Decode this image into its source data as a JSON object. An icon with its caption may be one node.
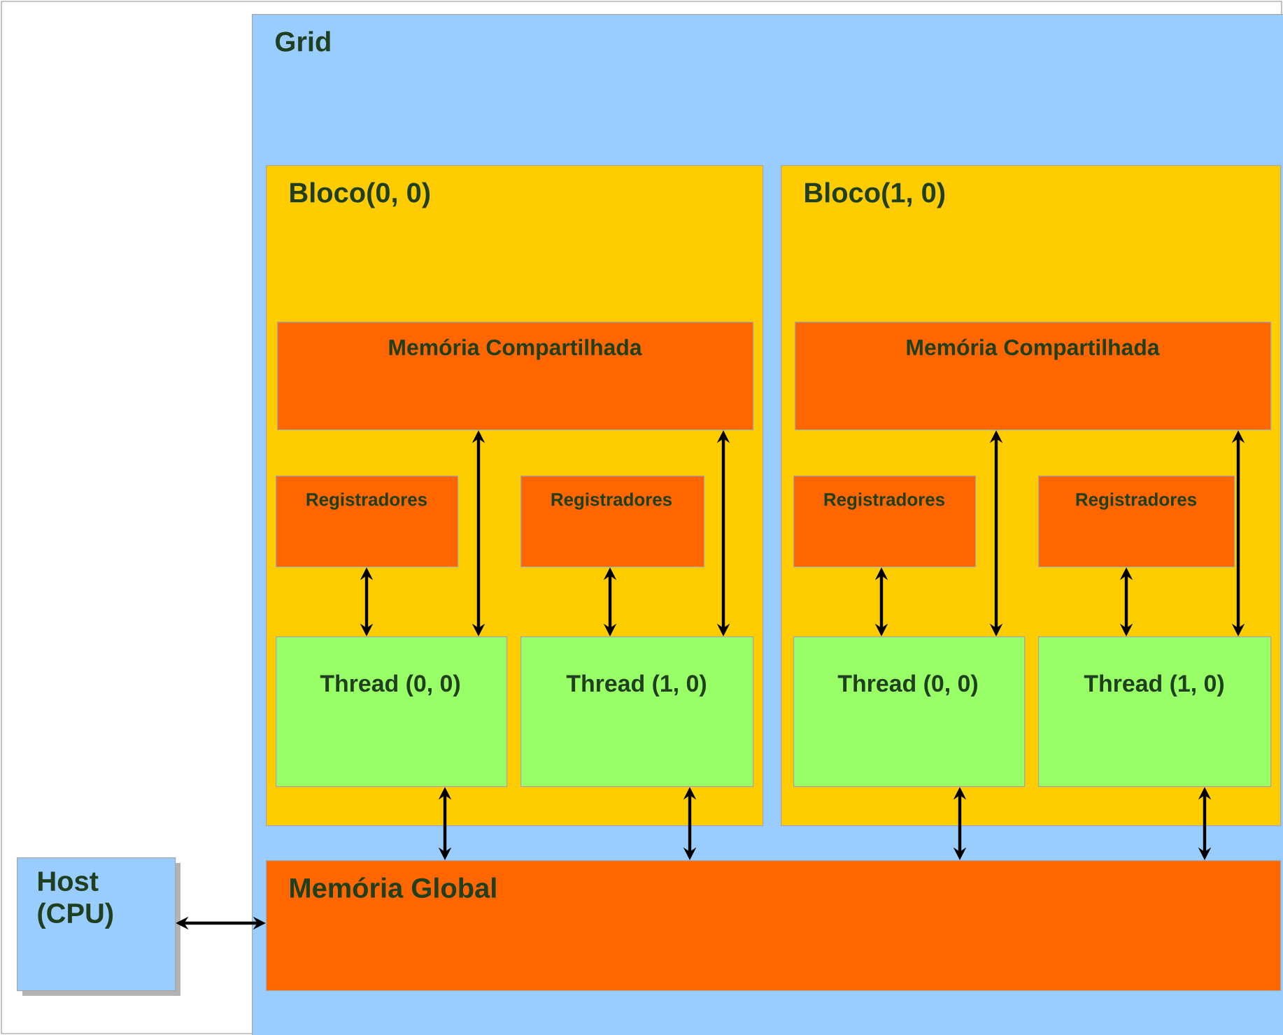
{
  "diagram": {
    "nodes": [
      {
        "text": [
          "Grid"
        ]
      },
      {
        "text": [
          "Bloco(0, 0)"
        ],
        "in": 0
      },
      {
        "text": [
          "Memória Compartilhada"
        ],
        "in": 1
      },
      {
        "text": [
          "Registradores"
        ],
        "in": 1
      },
      {
        "text": [
          "Registradores"
        ],
        "in": 1
      },
      {
        "text": [
          "Thread (0, 0)"
        ],
        "in": 1
      },
      {
        "text": [
          "Thread (1, 0)"
        ],
        "in": 1
      },
      {
        "text": [
          "Bloco(1, 0)"
        ],
        "in": 0
      },
      {
        "text": [
          "Memória Compartilhada"
        ],
        "in": 7
      },
      {
        "text": [
          "Registradores"
        ],
        "in": 7
      },
      {
        "text": [
          "Registradores"
        ],
        "in": 7
      },
      {
        "text": [
          "Thread (0, 0)"
        ],
        "in": 7
      },
      {
        "text": [
          "Thread (1, 0)"
        ],
        "in": 7
      },
      {
        "text": [
          "Memória Global"
        ],
        "in": 0
      },
      {
        "text": [
          "Host (CPU)"
        ]
      }
    ],
    "edges": [
      {
        "from": 3,
        "to": 5,
        "arrow": "both"
      },
      {
        "from": 5,
        "to": 2,
        "arrow": "both"
      },
      {
        "from": 4,
        "to": 6,
        "arrow": "both"
      },
      {
        "from": 6,
        "to": 2,
        "arrow": "both"
      },
      {
        "from": 9,
        "to": 11,
        "arrow": "both"
      },
      {
        "from": 11,
        "to": 8,
        "arrow": "both"
      },
      {
        "from": 10,
        "to": 12,
        "arrow": "both"
      },
      {
        "from": 12,
        "to": 8,
        "arrow": "both"
      },
      {
        "from": 5,
        "to": 13,
        "arrow": "both"
      },
      {
        "from": 6,
        "to": 13,
        "arrow": "both"
      },
      {
        "from": 11,
        "to": 13,
        "arrow": "both"
      },
      {
        "from": 12,
        "to": 13,
        "arrow": "both"
      },
      {
        "from": 14,
        "to": 13,
        "arrow": "both"
      }
    ]
  }
}
